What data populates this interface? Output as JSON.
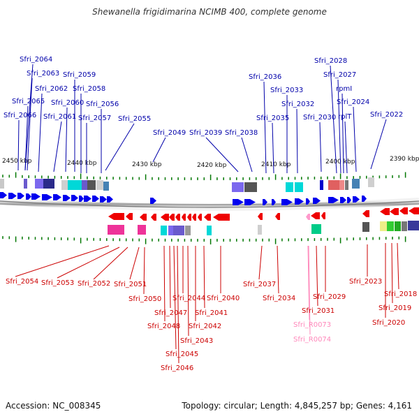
{
  "title": "Shewanella frigidimarina NCIMB 400, complete genome",
  "accession": "Accession: NC_008345",
  "topology": "Topology: circular; Length: 4,845,257 bp; Genes: 4,161",
  "colors": {
    "forward": "#0000ee",
    "reverse": "#ee0000",
    "rna": "#ff99cc",
    "forward_label": "#0000aa",
    "reverse_label": "#cc0000",
    "rna_label": "#ff88bb",
    "tick": "#007700"
  },
  "scale_labels": [
    "2450 kbp",
    "2440 kbp",
    "2430 kbp",
    "2420 kbp",
    "2410 kbp",
    "2400 kbp",
    "2390 kbp"
  ],
  "top_labels": [
    "Sfri_2064",
    "Sfri_2063",
    "Sfri_2062",
    "Sfri_2065",
    "Sfri_2066",
    "Sfri_2061",
    "Sfri_2060",
    "Sfri_2059",
    "Sfri_2058",
    "Sfri_2057",
    "Sfri_2056",
    "Sfri_2055",
    "Sfri_2049",
    "Sfri_2039",
    "Sfri_2038",
    "Sfri_2036",
    "Sfri_2035",
    "Sfri_2033",
    "Sfri_2032",
    "Sfri_2030",
    "Sfri_2028",
    "Sfri_2027",
    "rpmI",
    "rplT",
    "Sfri_2024",
    "Sfri_2022"
  ],
  "bottom_labels": [
    "Sfri_2054",
    "Sfri_2053",
    "Sfri_2052",
    "Sfri_2051",
    "Sfri_2050",
    "Sfri_2048",
    "Sfri_2047",
    "Sfri_2045",
    "Sfri_2046",
    "Sfri_2044",
    "Sfri_2043",
    "Sfri_2042",
    "Sfri_2041",
    "Sfri_2040",
    "Sfri_2037",
    "Sfri_2034",
    "Sfri_2031",
    "Sfri_R0073",
    "Sfri_R0074",
    "Sfri_2029",
    "Sfri_2023",
    "Sfri_2020",
    "Sfri_2019",
    "Sfri_2018"
  ]
}
